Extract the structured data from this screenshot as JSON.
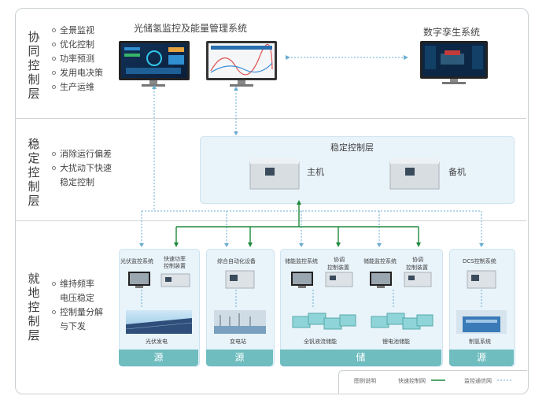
{
  "layers": {
    "coordination": {
      "title": "协同控制层",
      "bullets": [
        "全景监视",
        "优化控制",
        "功率预测",
        "发用电决策",
        "生产运维"
      ]
    },
    "stability": {
      "title": "稳定控制层",
      "bullets": [
        "消除运行偏差",
        "大扰动下快速",
        "稳定控制"
      ]
    },
    "local": {
      "title": "就地控制层",
      "bullets": [
        "维持频率",
        "电压稳定",
        "控制量分解",
        "与下发"
      ]
    }
  },
  "top": {
    "system_title": "光储氢监控及能量管理系统",
    "twin_title": "数字孪生系统"
  },
  "stable_panel": {
    "title": "稳定控制层",
    "host": "主机",
    "backup": "备机"
  },
  "groups": {
    "pv": {
      "mon": "光伏监控系统",
      "fast1": "快速功率",
      "fast2": "控制装置",
      "scene": "光伏发电",
      "footer": "源"
    },
    "sub": {
      "auto": "综合自动化设备",
      "scene": "变电站",
      "footer": "源"
    },
    "storage": {
      "mon1": "储能监控系统",
      "coord1a": "协调",
      "coord1b": "控制装置",
      "mon2": "储能监控系统",
      "coord2a": "协调",
      "coord2b": "控制装置",
      "scene1": "全钒液流储能",
      "scene2": "锂电池储能",
      "footer": "储"
    },
    "dcs": {
      "mon": "DCS控制系统",
      "scene": "制氢系统",
      "footer": "源"
    }
  },
  "legend": {
    "title": "图例说明",
    "fast": "快速控制网",
    "monitor": "监控通信网"
  },
  "colors": {
    "fast": "#1f8a3c",
    "monitor": "#6aaed1",
    "footer": "#6fbdbf",
    "panel": "#e8f3fa"
  }
}
